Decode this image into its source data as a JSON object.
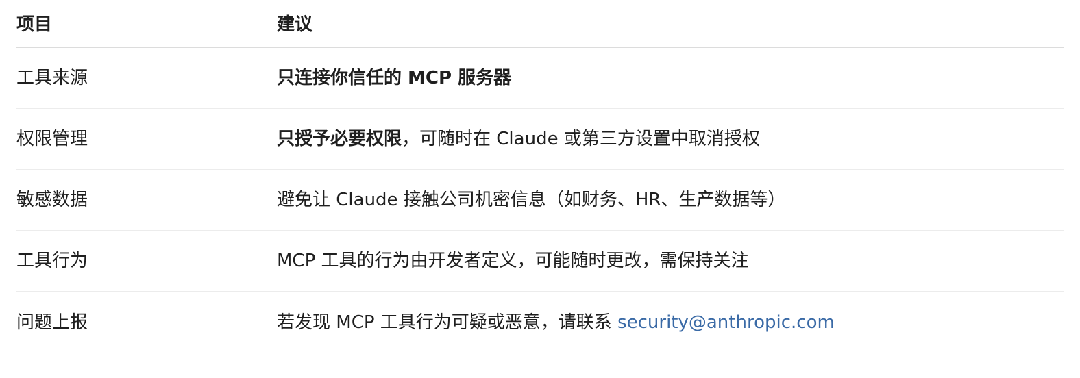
{
  "table": {
    "headers": {
      "item": "项目",
      "advice": "建议"
    },
    "rows": [
      {
        "item": "工具来源",
        "advice_bold": "只连接你信任的 MCP 服务器",
        "advice_rest": ""
      },
      {
        "item": "权限管理",
        "advice_bold": "只授予必要权限",
        "advice_rest": "，可随时在 Claude 或第三方设置中取消授权"
      },
      {
        "item": "敏感数据",
        "advice_bold": "",
        "advice_rest": "避免让 Claude 接触公司机密信息（如财务、HR、生产数据等）"
      },
      {
        "item": "工具行为",
        "advice_bold": "",
        "advice_rest": "MCP 工具的行为由开发者定义，可能随时更改，需保持关注"
      },
      {
        "item": "问题上报",
        "advice_bold": "",
        "advice_rest": "若发现 MCP 工具行为可疑或恶意，请联系 ",
        "link_text": "security@anthropic.com"
      }
    ]
  },
  "colors": {
    "link": "#3a6aa6",
    "text": "#1f1f1f",
    "divider": "#ececec"
  }
}
